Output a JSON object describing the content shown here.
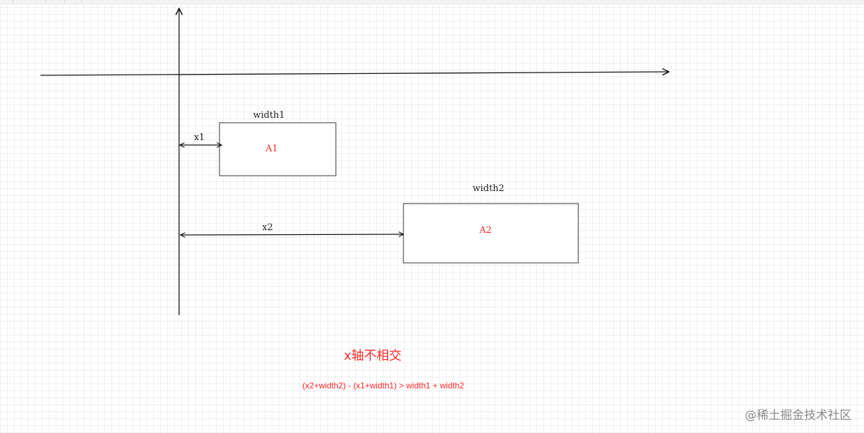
{
  "diagram": {
    "label_width1": "width1",
    "label_width2": "width2",
    "label_x1": "x1",
    "label_x2": "x2",
    "box1_label": "A1",
    "box2_label": "A2"
  },
  "caption": {
    "title": "x轴不相交",
    "formula": "(x2+width2) - (x1+width1) > width1 + width2"
  },
  "watermark": {
    "text": "@稀土掘金技术社区"
  },
  "colors": {
    "accent_red": "#ff2a2a",
    "line": "#111111",
    "box_border": "#555555",
    "watermark": "#8a8a8a"
  }
}
